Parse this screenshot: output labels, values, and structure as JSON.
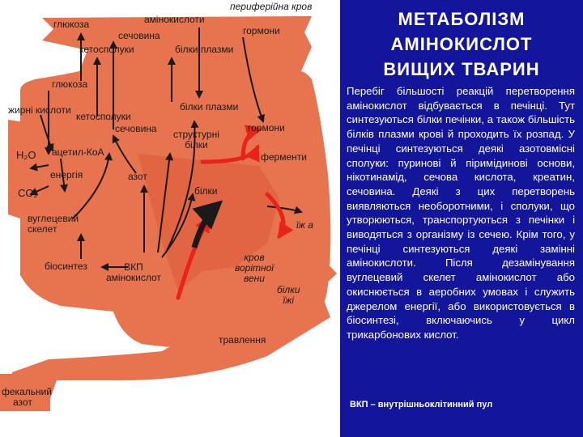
{
  "title": {
    "line1": "МЕТАБОЛІЗМ",
    "line2": "АМІНОКИСЛОТ",
    "line3": "ВИЩИХ ТВАРИН"
  },
  "body_text": "Перебіг більшості реакцій перетворення амінокислот відбувається в печінці. Тут синтезуються білки печінки, а також більшість білків плазми крові й проходить їх розпад. У печінці синтезуються деякі азотовмісні сполуки: пуринові й піримідинові основи, нікотинамід, сечова кислота, креатин, сечовина. Деякі з цих перетворень виявляються необоротними, і сполуки, що утворюються, транспортуються з печінки і виводяться з організму із сечею. Крім того, у печінці синтезуються деякі замінні амінокислоти. Після дезамінування вуглецевий скелет амінокислот або окиснюється в аеробних умовах і служить джерелом енергії, або використовується в біосинтезі, включаючись у цикл трикарбонових кислот.",
  "footnote": "ВКП – внутрішньоклітинний пул",
  "diagram": {
    "blood": "периферійна кров",
    "blood_glucose": "глюкоза",
    "blood_amino": "амінокислоти",
    "blood_hormones": "гормони",
    "blood_urea": "сечовина",
    "blood_ketones": "кетосполуки",
    "blood_plasma_proteins": "білки плазми",
    "liver_glucose": "глюкоза",
    "fatty_acids": "жирні кислоти",
    "liver_plasma_proteins": "білки плазми",
    "liver_ketones": "кетосполуки",
    "liver_urea": "сечовина",
    "structural_proteins_1": "структурні",
    "structural_proteins_2": "білки",
    "liver_hormones": "гормони",
    "h2o": "H₂O",
    "acetyl_coa": "ацетил-КоА",
    "enzymes": "ферменти",
    "energy": "енергія",
    "nitrogen": "азот",
    "co2": "CO₂",
    "proteins": "білки",
    "carbon_skeleton_1": "вуглецевий",
    "carbon_skeleton_2": "скелет",
    "food": "їж а",
    "portal_1": "кров",
    "portal_2": "ворітної",
    "portal_3": "вени",
    "biosynthesis": "біосинтез",
    "vkp": "ВКП",
    "vkp_amino": "амінокислот",
    "food_proteins_1": "білки",
    "food_proteins_2": "їжі",
    "digestion": "травлення",
    "fecal_1": "фекальний",
    "fecal_2": "азот"
  },
  "colors": {
    "background": "#13169a",
    "organ_fill": "#e8734f",
    "arrow_dark": "#1a1a1a",
    "arrow_red": "#e8231c",
    "text_light": "#ffffff"
  }
}
